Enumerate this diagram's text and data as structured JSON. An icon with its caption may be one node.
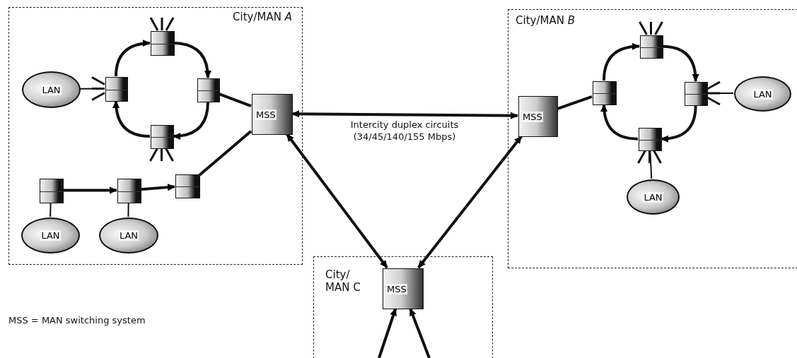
{
  "diagram": {
    "nodes": [
      {
        "text": [
          "City/MAN *A*"
        ]
      },
      {
        "text": [
          "LAN"
        ],
        "in": 0
      },
      {
        "text": [],
        "shape": "box",
        "in": 0
      },
      {
        "text": [],
        "shape": "box",
        "in": 0
      },
      {
        "text": [],
        "shape": "box",
        "in": 0
      },
      {
        "text": [],
        "shape": "box",
        "in": 0
      },
      {
        "text": [
          "MSS"
        ],
        "in": 0
      },
      {
        "text": [],
        "shape": "box",
        "in": 0
      },
      {
        "text": [],
        "shape": "box",
        "in": 0
      },
      {
        "text": [],
        "shape": "box",
        "in": 0
      },
      {
        "text": [
          "LAN"
        ],
        "in": 0
      },
      {
        "text": [
          "LAN"
        ],
        "in": 0
      },
      {
        "text": [
          "City/MAN *B*"
        ]
      },
      {
        "text": [
          "MSS"
        ],
        "in": 12
      },
      {
        "text": [],
        "shape": "box",
        "in": 12
      },
      {
        "text": [],
        "shape": "box",
        "in": 12
      },
      {
        "text": [],
        "shape": "box",
        "in": 12
      },
      {
        "text": [],
        "shape": "box",
        "in": 12
      },
      {
        "text": [
          "LAN"
        ],
        "in": 12
      },
      {
        "text": [
          "LAN"
        ],
        "in": 12
      },
      {
        "text": [
          "City/ MAN C"
        ]
      },
      {
        "text": [
          "MSS"
        ],
        "in": 20
      }
    ],
    "edges": [
      {
        "from": 2,
        "to": 4,
        "arrow": "to"
      },
      {
        "from": 4,
        "to": 5,
        "arrow": "to"
      },
      {
        "from": 5,
        "to": 3,
        "arrow": "to"
      },
      {
        "from": 3,
        "to": 2,
        "arrow": "to"
      },
      {
        "from": 4,
        "to": 6,
        "arrow": "none"
      },
      {
        "from": 1,
        "to": 3,
        "arrow": "none"
      },
      {
        "from": 7,
        "to": 8,
        "arrow": "to"
      },
      {
        "from": 8,
        "to": 9,
        "arrow": "to"
      },
      {
        "from": 9,
        "to": 6,
        "arrow": "none"
      },
      {
        "from": 7,
        "to": 10,
        "arrow": "none"
      },
      {
        "from": 8,
        "to": 11,
        "arrow": "none"
      },
      {
        "from": 6,
        "to": 13,
        "arrow": "both",
        "label": "Intercity duplex circuits (34/45/140/155 Mbps)"
      },
      {
        "from": 6,
        "to": 21,
        "arrow": "both"
      },
      {
        "from": 13,
        "to": 21,
        "arrow": "both"
      },
      {
        "from": 13,
        "to": 15,
        "arrow": "none"
      },
      {
        "from": 14,
        "to": 16,
        "arrow": "to"
      },
      {
        "from": 16,
        "to": 17,
        "arrow": "to"
      },
      {
        "from": 17,
        "to": 15,
        "arrow": "to"
      },
      {
        "from": 15,
        "to": 14,
        "arrow": "to"
      },
      {
        "from": 16,
        "to": 18,
        "arrow": "none"
      },
      {
        "from": 17,
        "to": 19,
        "arrow": "none"
      },
      {
        "from": null,
        "to": 21,
        "arrow": "to"
      },
      {
        "from": null,
        "to": 21,
        "arrow": "to"
      }
    ],
    "labels": [
      "MSS = MAN switching system"
    ]
  }
}
